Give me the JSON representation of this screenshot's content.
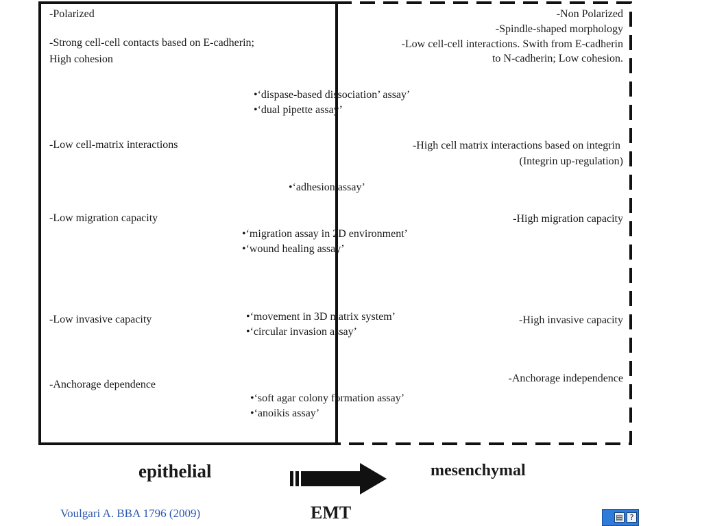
{
  "epithelial": {
    "label": "epithelial",
    "traits": {
      "polarized": "-Polarized",
      "contacts_1": "-Strong cell-cell contacts based on E-cadherin;",
      "contacts_2": "High cohesion",
      "matrix": "-Low cell-matrix interactions",
      "migration": "-Low migration capacity",
      "invasive": "-Low invasive capacity",
      "anchorage": "-Anchorage dependence"
    }
  },
  "mesenchymal": {
    "label": "mesenchymal",
    "traits": {
      "polarized": "-Non Polarized",
      "morphology": "-Spindle-shaped morphology",
      "contacts_1": "-Low cell-cell interactions. Swith from E-cadherin",
      "contacts_2": "to N-cadherin; Low cohesion.",
      "matrix_1": "-High cell matrix interactions based on integrin",
      "matrix_2": "(Integrin up-regulation)",
      "migration": "-High migration capacity",
      "invasive": "-High invasive capacity",
      "anchorage": "-Anchorage independence"
    }
  },
  "assays": {
    "dispase": "•‘dispase-based dissociation’ assay’",
    "dual_pipette": "•‘dual pipette assay’",
    "adhesion": "•‘adhesion assay’",
    "migration_2d": "•‘migration assay in 2D environment’",
    "wound_healing": "•‘wound healing assay’",
    "movement_3d": "•‘movement in 3D matrix system’",
    "circular_invasion": "•‘circular invasion assay’",
    "soft_agar": "•‘soft agar colony formation assay’",
    "anoikis": "•‘anoikis assay’"
  },
  "transition_label": "EMT",
  "citation": "Voulgari  A. BBA 1796 (2009)",
  "tray_icons": [
    "keyboard-icon",
    "help-icon"
  ]
}
